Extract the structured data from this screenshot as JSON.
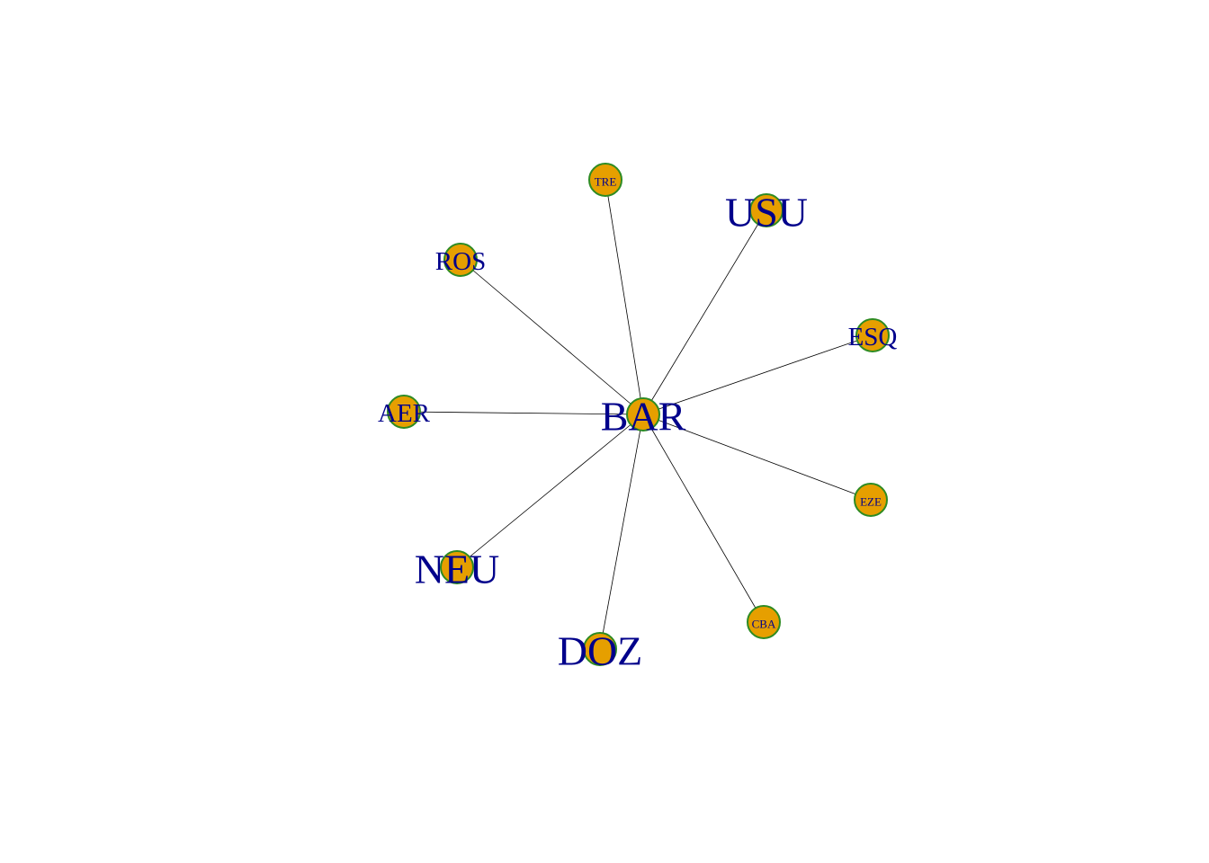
{
  "graph": {
    "center": "BAR",
    "colors": {
      "node_fill": "#E69F00",
      "node_border": "#2E8B22",
      "label": "#00008B",
      "edge": "#000000"
    },
    "nodes": [
      {
        "id": "BAR",
        "label": "BAR",
        "label_size": "large"
      },
      {
        "id": "TRE",
        "label": "TRE",
        "label_size": "small"
      },
      {
        "id": "USU",
        "label": "USU",
        "label_size": "large"
      },
      {
        "id": "ROS",
        "label": "ROS",
        "label_size": "medium"
      },
      {
        "id": "ESQ",
        "label": "ESQ",
        "label_size": "medium"
      },
      {
        "id": "AER",
        "label": "AER",
        "label_size": "medium"
      },
      {
        "id": "EZE",
        "label": "EZE",
        "label_size": "small"
      },
      {
        "id": "NEU",
        "label": "NEU",
        "label_size": "large"
      },
      {
        "id": "CBA",
        "label": "CBA",
        "label_size": "small"
      },
      {
        "id": "DOZ",
        "label": "DOZ",
        "label_size": "large"
      }
    ],
    "edges": [
      {
        "source": "BAR",
        "target": "TRE"
      },
      {
        "source": "BAR",
        "target": "USU"
      },
      {
        "source": "BAR",
        "target": "ROS"
      },
      {
        "source": "BAR",
        "target": "ESQ"
      },
      {
        "source": "BAR",
        "target": "AER"
      },
      {
        "source": "BAR",
        "target": "EZE"
      },
      {
        "source": "BAR",
        "target": "NEU"
      },
      {
        "source": "BAR",
        "target": "CBA"
      },
      {
        "source": "BAR",
        "target": "DOZ"
      }
    ]
  }
}
